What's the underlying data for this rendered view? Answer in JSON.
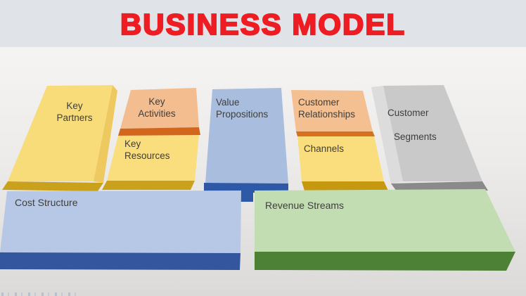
{
  "title": {
    "text": "BUSINESS MODEL",
    "color": "#ee1c23"
  },
  "canvas": {
    "label_color": "#3e3e3c",
    "background": {
      "header_band": "#e0e3e8",
      "body_top": "#f5f4f3",
      "body_bottom": "#dbdad8"
    },
    "blocks": {
      "key_partners": {
        "label": "Key\nPartners",
        "face": "#f9dc7a",
        "side": "#eec95f",
        "bottom": "#c9a11d"
      },
      "key_activities": {
        "label": "Key\nActivities",
        "face": "#f3bd90",
        "bottom": "#d2661c"
      },
      "key_resources": {
        "label": "Key\nResources",
        "face": "#fadd7c",
        "bottom": "#c9a11d"
      },
      "value_propositions": {
        "label": "Value\nPropositions",
        "face": "#a9bedf",
        "bottom": "#2e59a7"
      },
      "customer_relationships": {
        "label": "Customer\nRelationships",
        "face": "#f4c091",
        "bottom": "#d5711f"
      },
      "channels": {
        "label": "Channels",
        "face": "#fadd7c",
        "bottom": "#c6980f"
      },
      "customer_segments": {
        "label_line1": "Customer",
        "label_line2": "Segments",
        "face": "#c9c9c9",
        "side": "#dcdcdc",
        "bottom": "#8a8a8a"
      },
      "cost_structure": {
        "label": "Cost Structure",
        "face": "#b6c8e6",
        "bottom": "#33569f"
      },
      "revenue_streams": {
        "label": "Revenue Streams",
        "face": "#c3ddb3",
        "bottom": "#4c8136"
      }
    }
  }
}
